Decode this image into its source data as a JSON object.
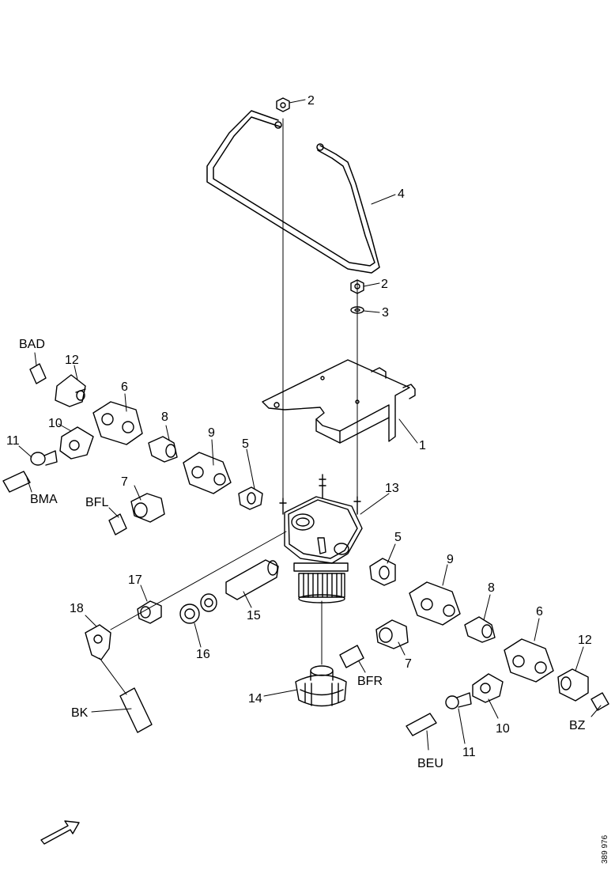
{
  "labels": {
    "n1": "1",
    "n2a": "2",
    "n2b": "2",
    "n3": "3",
    "n4": "4",
    "n5a": "5",
    "n5b": "5",
    "n6a": "6",
    "n6b": "6",
    "n7a": "7",
    "n7b": "7",
    "n8a": "8",
    "n8b": "8",
    "n9a": "9",
    "n9b": "9",
    "n10a": "10",
    "n10b": "10",
    "n11a": "11",
    "n11b": "11",
    "n12a": "12",
    "n12b": "12",
    "n13": "13",
    "n14": "14",
    "n15": "15",
    "n16": "16",
    "n17": "17",
    "n18": "18",
    "bad": "BAD",
    "bma": "BMA",
    "bfl": "BFL",
    "bk": "BK",
    "bfr": "BFR",
    "beu": "BEU",
    "bz": "BZ"
  },
  "figure_number": "389 976"
}
